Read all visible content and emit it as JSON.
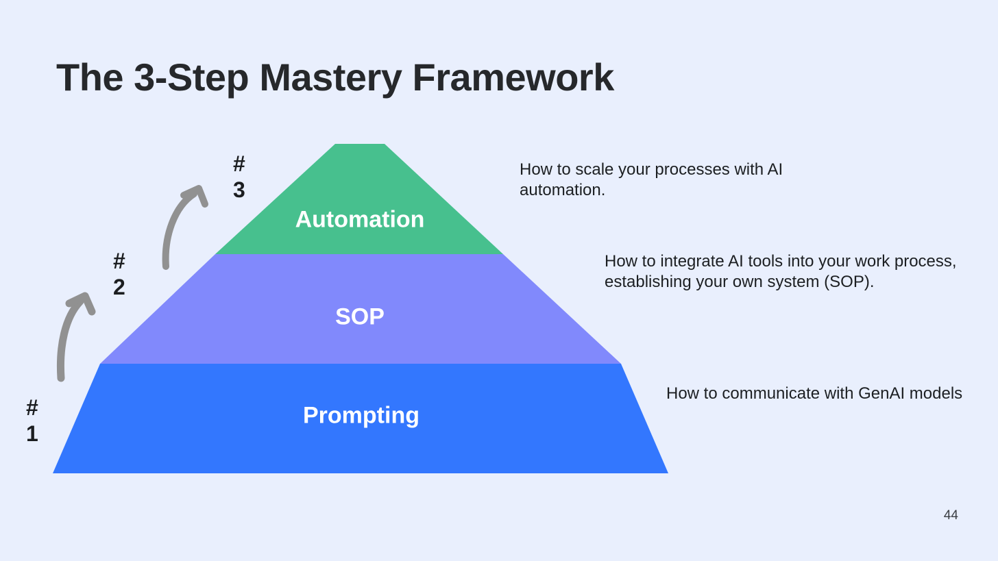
{
  "slide": {
    "title": "The 3-Step Mastery Framework",
    "page_number": "44",
    "background_color": "#e9effd"
  },
  "pyramid": {
    "tiers": [
      {
        "id": "automation",
        "label": "Automation",
        "step_hash": "#",
        "step_number": "3",
        "color": "#47c08e",
        "description": "How to scale your processes with AI automation."
      },
      {
        "id": "sop",
        "label": "SOP",
        "step_hash": "#",
        "step_number": "2",
        "color": "#8189fc",
        "description": "How to integrate AI tools into your work process, establishing your own system (SOP)."
      },
      {
        "id": "prompting",
        "label": "Prompting",
        "step_hash": "#",
        "step_number": "1",
        "color": "#3377fe",
        "description": "How to communicate with GenAI models"
      }
    ],
    "arrow_color": "#919191",
    "label_color": "#ffffff"
  }
}
